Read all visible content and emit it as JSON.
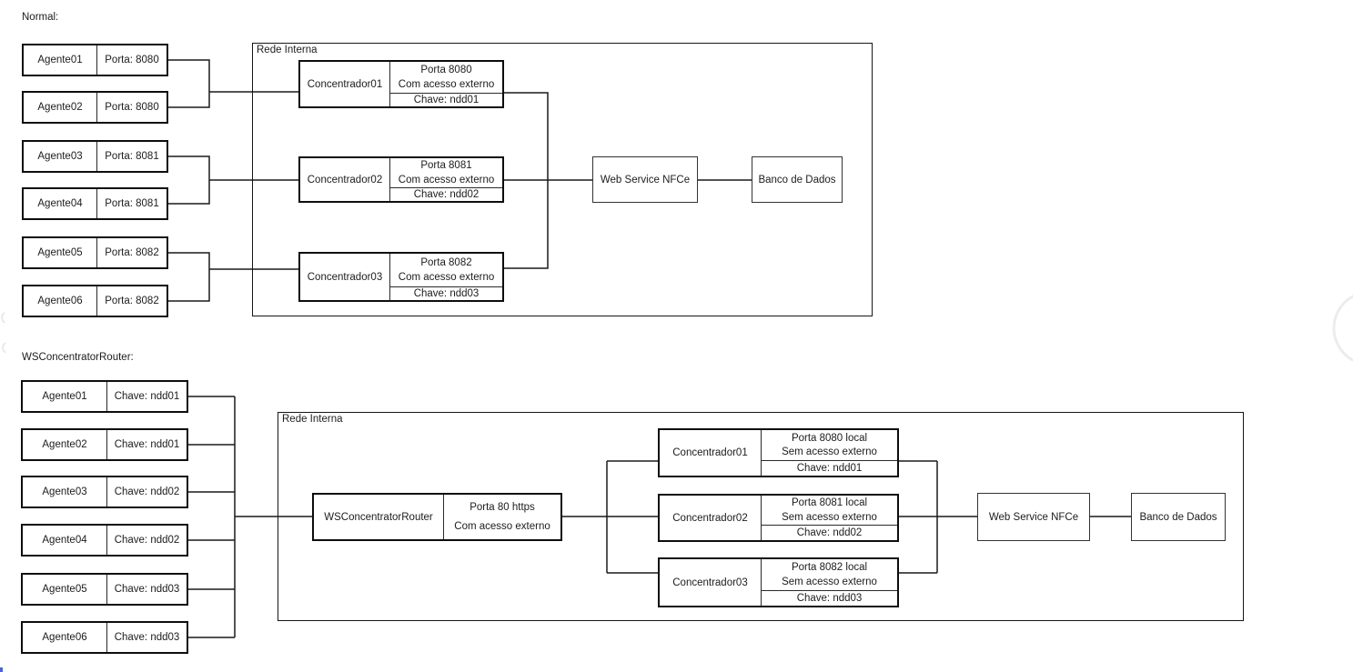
{
  "normal": {
    "title": "Normal:",
    "network_label": "Rede Interna",
    "agents": [
      {
        "name": "Agente01",
        "value": "Porta: 8080"
      },
      {
        "name": "Agente02",
        "value": "Porta: 8080"
      },
      {
        "name": "Agente03",
        "value": "Porta: 8081"
      },
      {
        "name": "Agente04",
        "value": "Porta: 8081"
      },
      {
        "name": "Agente05",
        "value": "Porta: 8082"
      },
      {
        "name": "Agente06",
        "value": "Porta: 8082"
      }
    ],
    "concentrators": [
      {
        "name": "Concentrador01",
        "port": "Porta 8080",
        "access": "Com acesso externo",
        "key": "Chave: ndd01"
      },
      {
        "name": "Concentrador02",
        "port": "Porta 8081",
        "access": "Com acesso externo",
        "key": "Chave: ndd02"
      },
      {
        "name": "Concentrador03",
        "port": "Porta 8082",
        "access": "Com acesso externo",
        "key": "Chave: ndd03"
      }
    ],
    "webservice": "Web Service NFCe",
    "database": "Banco de Dados"
  },
  "router": {
    "title": "WSConcentratorRouter:",
    "network_label": "Rede Interna",
    "agents": [
      {
        "name": "Agente01",
        "value": "Chave: ndd01"
      },
      {
        "name": "Agente02",
        "value": "Chave: ndd01"
      },
      {
        "name": "Agente03",
        "value": "Chave: ndd02"
      },
      {
        "name": "Agente04",
        "value": "Chave: ndd02"
      },
      {
        "name": "Agente05",
        "value": "Chave: ndd03"
      },
      {
        "name": "Agente06",
        "value": "Chave: ndd03"
      }
    ],
    "gateway": {
      "name": "WSConcentratorRouter",
      "port": "Porta 80 https",
      "access": "Com acesso externo"
    },
    "concentrators": [
      {
        "name": "Concentrador01",
        "port": "Porta 8080 local",
        "access": "Sem acesso externo",
        "key": "Chave: ndd01"
      },
      {
        "name": "Concentrador02",
        "port": "Porta 8081 local",
        "access": "Sem acesso externo",
        "key": "Chave: ndd02"
      },
      {
        "name": "Concentrador03",
        "port": "Porta 8082 local",
        "access": "Sem acesso externo",
        "key": "Chave: ndd03"
      }
    ],
    "webservice": "Web Service NFCe",
    "database": "Banco de Dados"
  },
  "colors": {
    "line": "#1a1a1a",
    "faint_artifact": "#ececec",
    "corner_mark": "#4565d8"
  }
}
